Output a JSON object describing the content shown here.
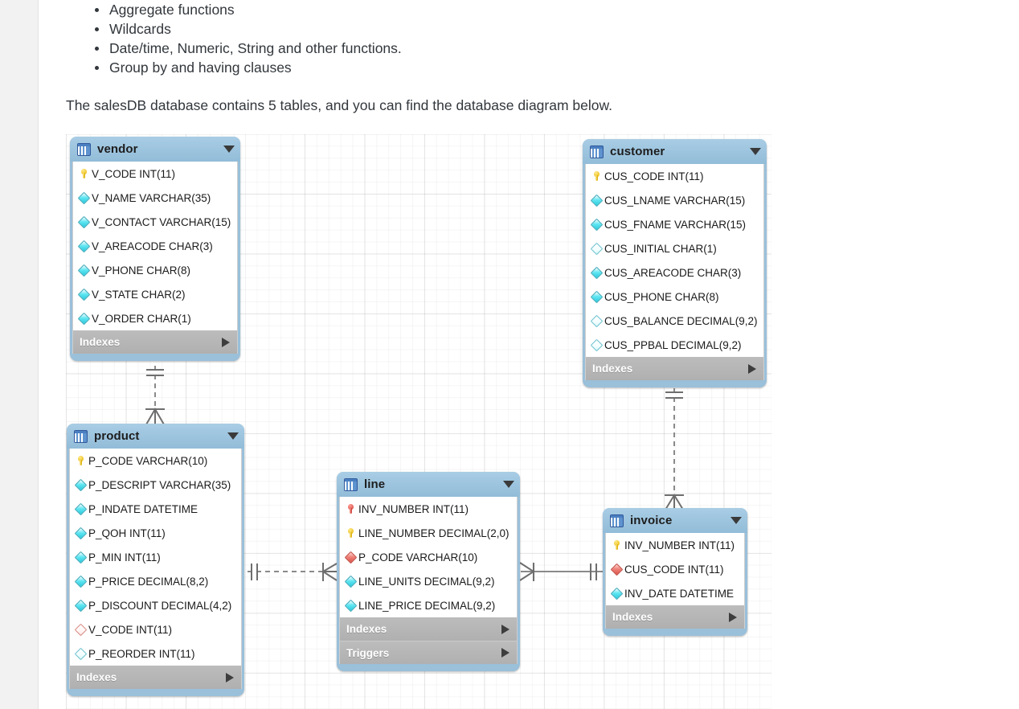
{
  "article": {
    "bullets": [
      "Aggregate functions",
      "Wildcards",
      "Date/time, Numeric, String and other functions.",
      "Group by and having clauses"
    ],
    "paragraph": "The salesDB database contains 5 tables, and you can find the database diagram below."
  },
  "diagram": {
    "section_labels": {
      "indexes": "Indexes",
      "triggers": "Triggers"
    },
    "entities": [
      {
        "name": "vendor",
        "columns": [
          {
            "glyph": "key",
            "text": "V_CODE INT(11)"
          },
          {
            "glyph": "dia",
            "text": "V_NAME VARCHAR(35)"
          },
          {
            "glyph": "dia",
            "text": "V_CONTACT VARCHAR(15)"
          },
          {
            "glyph": "dia",
            "text": "V_AREACODE CHAR(3)"
          },
          {
            "glyph": "dia",
            "text": "V_PHONE CHAR(8)"
          },
          {
            "glyph": "dia",
            "text": "V_STATE CHAR(2)"
          },
          {
            "glyph": "dia",
            "text": "V_ORDER CHAR(1)"
          }
        ],
        "sections": [
          "Indexes"
        ]
      },
      {
        "name": "customer",
        "columns": [
          {
            "glyph": "key",
            "text": "CUS_CODE INT(11)"
          },
          {
            "glyph": "dia",
            "text": "CUS_LNAME VARCHAR(15)"
          },
          {
            "glyph": "dia",
            "text": "CUS_FNAME VARCHAR(15)"
          },
          {
            "glyph": "dia-hollow",
            "text": "CUS_INITIAL CHAR(1)"
          },
          {
            "glyph": "dia",
            "text": "CUS_AREACODE CHAR(3)"
          },
          {
            "glyph": "dia",
            "text": "CUS_PHONE CHAR(8)"
          },
          {
            "glyph": "dia-hollow",
            "text": "CUS_BALANCE DECIMAL(9,2)"
          },
          {
            "glyph": "dia-hollow",
            "text": "CUS_PPBAL DECIMAL(9,2)"
          }
        ],
        "sections": [
          "Indexes"
        ]
      },
      {
        "name": "product",
        "columns": [
          {
            "glyph": "key",
            "text": "P_CODE VARCHAR(10)"
          },
          {
            "glyph": "dia",
            "text": "P_DESCRIPT VARCHAR(35)"
          },
          {
            "glyph": "dia",
            "text": "P_INDATE DATETIME"
          },
          {
            "glyph": "dia",
            "text": "P_QOH INT(11)"
          },
          {
            "glyph": "dia",
            "text": "P_MIN INT(11)"
          },
          {
            "glyph": "dia",
            "text": "P_PRICE DECIMAL(8,2)"
          },
          {
            "glyph": "dia",
            "text": "P_DISCOUNT DECIMAL(4,2)"
          },
          {
            "glyph": "dia-red-hollow",
            "text": "V_CODE INT(11)"
          },
          {
            "glyph": "dia-hollow",
            "text": "P_REORDER INT(11)"
          }
        ],
        "sections": [
          "Indexes"
        ]
      },
      {
        "name": "line",
        "columns": [
          {
            "glyph": "key-red",
            "text": "INV_NUMBER INT(11)"
          },
          {
            "glyph": "key",
            "text": "LINE_NUMBER DECIMAL(2,0)"
          },
          {
            "glyph": "dia-red",
            "text": "P_CODE VARCHAR(10)"
          },
          {
            "glyph": "dia",
            "text": "LINE_UNITS DECIMAL(9,2)"
          },
          {
            "glyph": "dia",
            "text": "LINE_PRICE DECIMAL(9,2)"
          }
        ],
        "sections": [
          "Indexes",
          "Triggers"
        ]
      },
      {
        "name": "invoice",
        "columns": [
          {
            "glyph": "key",
            "text": "INV_NUMBER INT(11)"
          },
          {
            "glyph": "dia-red",
            "text": "CUS_CODE INT(11)"
          },
          {
            "glyph": "dia",
            "text": "INV_DATE DATETIME"
          }
        ],
        "sections": [
          "Indexes"
        ]
      }
    ]
  }
}
